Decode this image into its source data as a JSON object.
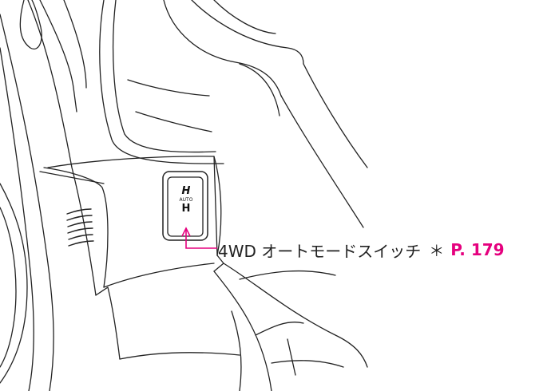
{
  "callout": {
    "label": "4WD オートモードスイッチ",
    "marker": "＊",
    "page_ref": "P. 179"
  },
  "switch_icon": {
    "top_glyph": "H",
    "middle_text": "AUTO",
    "bottom_glyph": "H"
  },
  "colors": {
    "accent": "#e5007e",
    "line": "#222222"
  }
}
